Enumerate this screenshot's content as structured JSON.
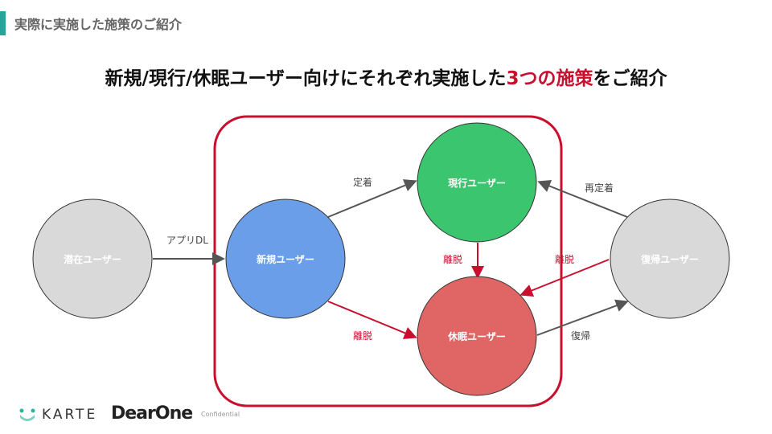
{
  "header": {
    "section_title": "実際に実施した施策のご紹介"
  },
  "title": {
    "prefix": "新規/現行/休眠ユーザー向けにそれぞれ実施した",
    "highlight": "3つの施策",
    "suffix": "をご紹介"
  },
  "diagram": {
    "nodes": {
      "potential": "潜在ユーザー",
      "new": "新規ユーザー",
      "current": "現行ユーザー",
      "dormant": "休眠ユーザー",
      "returned": "復帰ユーザー"
    },
    "edges": {
      "app_dl": "アプリDL",
      "retention": "定着",
      "churn_current": "離脱",
      "churn_new": "離脱",
      "churn_returned": "離脱",
      "re_retention": "再定着",
      "return": "復帰"
    },
    "colors": {
      "accent": "#c8102e",
      "new": "#6a9ee8",
      "current": "#3cc56f",
      "dormant": "#e06666",
      "gray": "#d9d9d9"
    }
  },
  "footer": {
    "karte": "KARTE",
    "dearone": "DearOne",
    "confidential": "Confidential"
  }
}
